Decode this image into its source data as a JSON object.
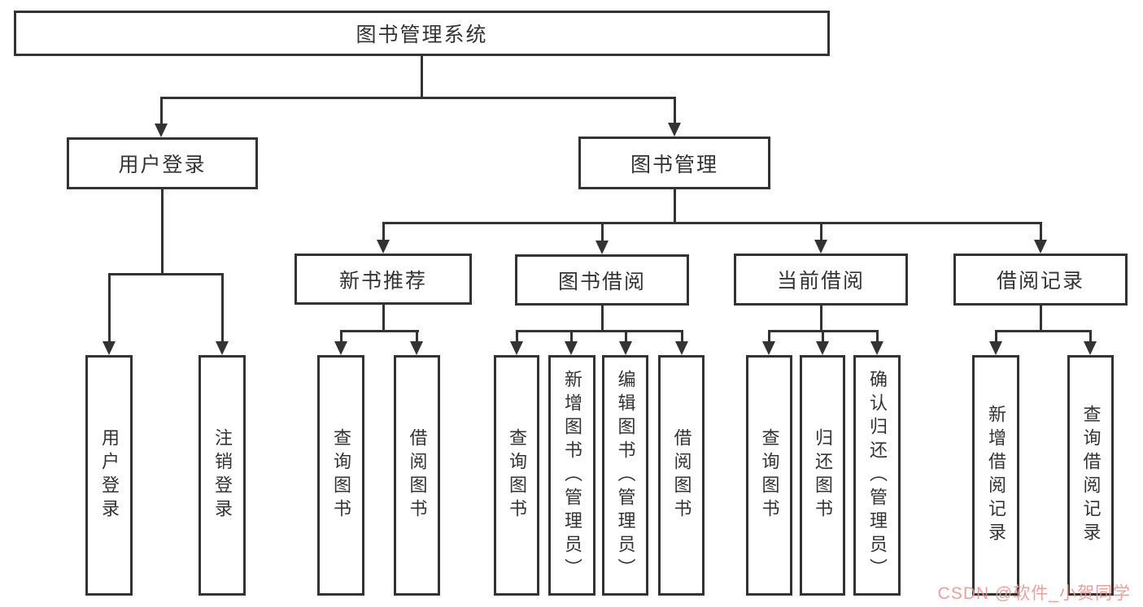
{
  "diagram": {
    "line_color": "#333333",
    "root": {
      "label": "图书管理系统"
    },
    "branches": [
      {
        "label": "用户登录",
        "children": [
          {
            "label": "用户登录"
          },
          {
            "label": "注销登录"
          }
        ]
      },
      {
        "label": "图书管理",
        "children": [
          {
            "label": "新书推荐",
            "children": [
              {
                "label": "查询图书"
              },
              {
                "label": "借阅图书"
              }
            ]
          },
          {
            "label": "图书借阅",
            "children": [
              {
                "label": "查询图书"
              },
              {
                "label": "新增图书（管理员）"
              },
              {
                "label": "编辑图书（管理员）"
              },
              {
                "label": "借阅图书"
              }
            ]
          },
          {
            "label": "当前借阅",
            "children": [
              {
                "label": "查询图书"
              },
              {
                "label": "归还图书"
              },
              {
                "label": "确认归还（管理员）"
              }
            ]
          },
          {
            "label": "借阅记录",
            "children": [
              {
                "label": "新增借阅记录"
              },
              {
                "label": "查询借阅记录"
              }
            ]
          }
        ]
      }
    ]
  },
  "watermark": {
    "text": "CSDN @软件_小贺同学",
    "color_style": "color: rgba(232, 150, 144, 0.9);"
  }
}
